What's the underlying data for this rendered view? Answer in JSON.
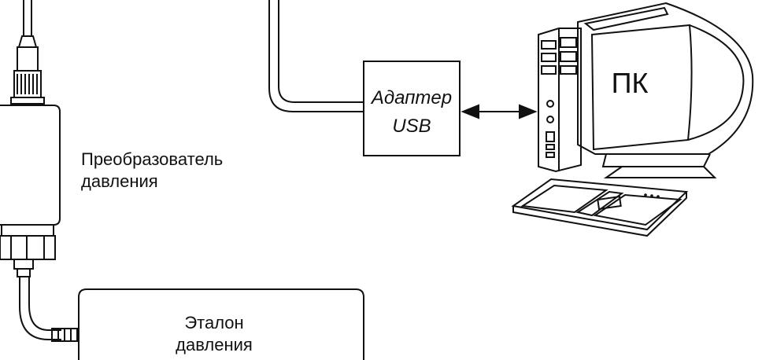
{
  "labels": {
    "transducer_line1": "Преобразователь",
    "transducer_line2": "давления",
    "adapter_line1": "Адаптер",
    "adapter_line2": "USB",
    "pc": "ПК",
    "reference_line1": "Эталон",
    "reference_line2": "давления"
  },
  "colors": {
    "stroke": "#111111",
    "background": "#ffffff"
  }
}
